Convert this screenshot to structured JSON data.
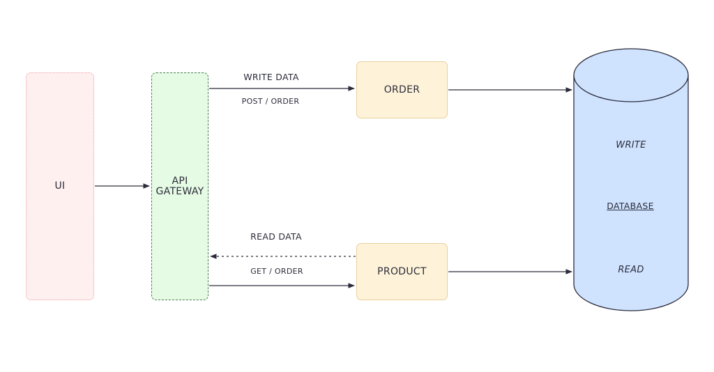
{
  "nodes": {
    "ui": "UI",
    "gateway": "API\nGATEWAY",
    "order": "ORDER",
    "product": "PRODUCT"
  },
  "database": {
    "write": "WRITE",
    "name": "DATABASE",
    "read": "READ"
  },
  "edges": {
    "write_data": "WRITE DATA",
    "post_order": "POST / ORDER",
    "read_data": "READ DATA",
    "get_order": "GET / ORDER"
  },
  "colors": {
    "ui_fill": "#fff0f0",
    "gateway_fill": "#e6fbe4",
    "service_fill": "#fef3d9",
    "database_fill": "#cfe3ff",
    "stroke": "#2b2b3a"
  }
}
